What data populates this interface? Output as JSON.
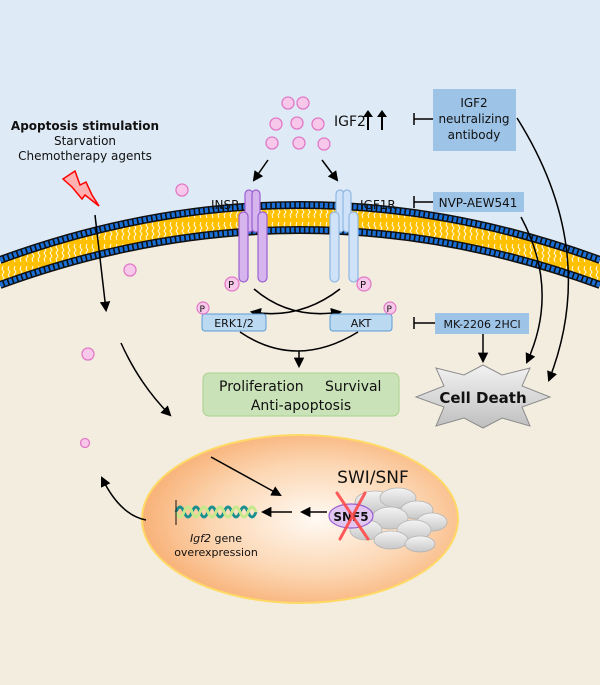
{
  "colors": {
    "extracellular_bg": "#deeaf5",
    "cytoplasm_bg": "#f3ede0",
    "membrane_head": "#1a6fd6",
    "membrane_tail": "#ffc000",
    "ligand_fill": "#f8c8ea",
    "ligand_stroke": "#e07ac6",
    "insr_fill": "#d6b4ee",
    "insr_stroke": "#9a5fd0",
    "igf1r_fill": "#cfe2f7",
    "igf1r_stroke": "#8fb7e4",
    "inhibitor_box": "#9dc3e6",
    "kinase_box": "#bcd9f2",
    "kinase_stroke": "#5b9bd5",
    "outcome_box": "#c9e2b8",
    "outcome_stroke": "#a9d18e",
    "cell_death_fill": "#d9d9d9",
    "nucleus_inner": "#fff7ef",
    "nucleus_outer": "#f8b37b",
    "nucleus_rim": "#ffd966",
    "snf5_fill": "#e2c6f2",
    "snf5_stroke": "#9a5fd0",
    "cross_color": "#ff4b4b",
    "lightning_fill": "#ffb0b0",
    "lightning_stroke": "#ff0000"
  },
  "stimulus": {
    "title": "Apoptosis stimulation",
    "lines": [
      "Starvation",
      "Chemotherapy agents"
    ]
  },
  "ligand": {
    "label": "IGF2",
    "up_arrows": "↑↑"
  },
  "receptors": {
    "insr": "INSR",
    "igf1r": "IGF1R",
    "phospho": "P"
  },
  "inhibitors": {
    "antibody": [
      "IGF2",
      "neutralizing",
      "antibody"
    ],
    "nvp": "NVP-AEW541",
    "mk": "MK-2206 2HCl"
  },
  "kinases": {
    "erk": "ERK1/2",
    "akt": "AKT",
    "phospho": "P"
  },
  "outcomes": {
    "line1_a": "Proliferation",
    "line1_b": "Survival",
    "line2": "Anti-apoptosis"
  },
  "cell_death": "Cell Death",
  "nucleus": {
    "complex_label": "SWI/SNF",
    "subunit": "SNF5",
    "gene_italic": "Igf2",
    "gene_rest": " gene",
    "gene_line2": "overexpression"
  }
}
